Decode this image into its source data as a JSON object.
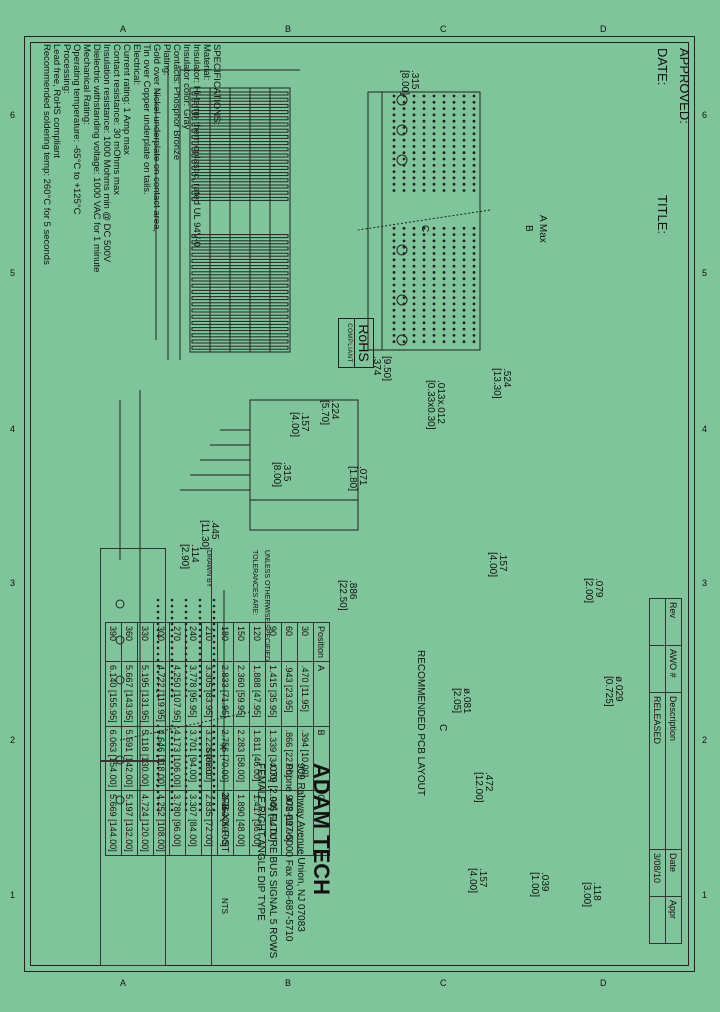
{
  "approval": {
    "approved": "APPROVED:",
    "date": "DATE:",
    "title": "TITLE:"
  },
  "zones": {
    "numbers": [
      "6",
      "5",
      "4",
      "3",
      "2",
      "1"
    ],
    "letters": [
      "A",
      "B",
      "C",
      "D"
    ]
  },
  "notes": {
    "header": "SPECIFICATIONS:",
    "lines": [
      "Material:",
      "Insulator: Hi-temp thermoplastic, rated UL 94V-0",
      "Insulator color: Gray",
      "Contacts: Phosphor Bronze",
      "Plating:",
      "Gold over Nickel underplate on contact area,",
      "Tin over Copper underplate on tails.",
      "Electrical:",
      "Current rating: 1 Amp max",
      "Contact resistance: 30 mOhms max",
      "Insulation resistance: 1000 Mohms min @ DC 500V",
      "Dielectric withstanding voltage: 1000 VAC for 1 minute",
      "Mechanical Rating:",
      "Operating temperature: -65°C to +125°C",
      "Processing:",
      "Lead free, RoHS compliant",
      "Recommended soldering temp: 260°C for 5 seconds"
    ],
    "rohs": "RoHS",
    "rohs_sub": "COMPLIANT"
  },
  "dimensions": {
    "d315": ".315",
    "d315mm": "[8.00]",
    "dAmax": "A Max",
    "dB": "B",
    "dC": "C",
    "d374": ".374",
    "d374mm": "[9.50]",
    "d524": ".524",
    "d524mm": "[13.30]",
    "d013": ".013x.012",
    "d013mm": "[0.33x0.30]",
    "d224": ".224",
    "d224mm": "[5.70]",
    "d157": ".157",
    "d157mm": "[4.00]",
    "d071": ".071",
    "d071mm": "[1.80]",
    "d315b": ".315",
    "d315bmm": "[8.00]",
    "d445": ".445",
    "d445mm": "[11.30]",
    "d114": ".114",
    "d114mm": "[2.90]",
    "d886": ".886",
    "d886mm": "[22.50]",
    "p157": ".157",
    "p157mm": "[4.00]",
    "p079": ".079",
    "p079mm": "[2.00]",
    "p081": "ø.081",
    "p081mm": "[2.05]",
    "p029": "ø.029",
    "p029mm": "[0.725]",
    "p472": ".472",
    "p472mm": "[12.00]",
    "p157b": ".157",
    "p157bmm": "[4.00]",
    "p039": ".039",
    "p039mm": "[1.00]",
    "p118": ".118",
    "p118mm": "[3.00]",
    "pC": "C"
  },
  "pcb_title": "RECOMMENDED PCB LAYOUT",
  "position_table": {
    "headers": [
      "Position",
      "A",
      "B",
      "C"
    ],
    "rows": [
      [
        "30",
        ".470 [11.95]",
        ".394 [10.00]",
        "-"
      ],
      [
        "60",
        ".943 [23.95]",
        ".866 [22.00]",
        ".472 [12.00]"
      ],
      [
        "90",
        "1.415 [35.95]",
        "1.339 [34.00]",
        ".945 [24.00]"
      ],
      [
        "120",
        "1.888 [47.95]",
        "1.811 [46.00]",
        "1.417 [36.00]"
      ],
      [
        "150",
        "2.360 [59.95]",
        "2.283 [58.00]",
        "1.890 [48.00]"
      ],
      [
        "180",
        "2.833 [71.95]",
        "2.756 [70.00]",
        "2.362 [60.00]"
      ],
      [
        "210",
        "3.305 [83.95]",
        "3.228 [82.00]",
        "2.835 [72.00]"
      ],
      [
        "240",
        "3.778 [95.95]",
        "3.701 [94.00]",
        "3.307 [84.00]"
      ],
      [
        "270",
        "4.250 [107.95]",
        "4.173 [106.00]",
        "3.780 [96.00]"
      ],
      [
        "300",
        "4.722 [119.95]",
        "4.646 [118.00]",
        "4.252 [108.00]"
      ],
      [
        "330",
        "5.195 [131.95]",
        "5.118 [130.00]",
        "4.724 [120.00]"
      ],
      [
        "360",
        "5.667 [143.95]",
        "5.591 [142.00]",
        "5.197 [132.00]"
      ],
      [
        "390",
        "6.140 [155.95]",
        "6.063 [154.00]",
        "5.669 [144.00]"
      ]
    ]
  },
  "revision_table": {
    "headers": [
      "Rev",
      "AWO #",
      "Description",
      "Date",
      "Appr"
    ],
    "row": [
      "",
      "",
      "RELEASED",
      "3/08/10",
      ""
    ]
  },
  "title_block": {
    "company": "ADAM TECH",
    "address": "909 Rahway Avenue Union, NJ 07083",
    "phone": "Phone 908-687-5000 Fax 908-687-5710",
    "desc1": ".079 [2.00] FUTURE BUS SIGNAL 5 ROWS",
    "desc2": "FEMALE RIGHT ANGLE DIP TYPE",
    "part_no": "2FB-XX-F-ST",
    "size": "X",
    "scale": "NTS",
    "doc_no": "S00681",
    "small1": "UNLESS OTHERWISE SPECIFIED",
    "small2": "TOLERANCES ARE:",
    "small3": "DRAWN BY"
  }
}
